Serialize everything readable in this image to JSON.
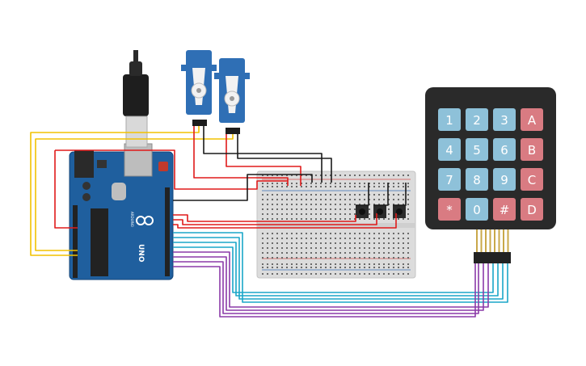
{
  "arduino": {
    "board_label": "UNO",
    "brand_label": "ARDUINO"
  },
  "keypad": {
    "keys": [
      {
        "label": "1",
        "type": "digit"
      },
      {
        "label": "2",
        "type": "digit"
      },
      {
        "label": "3",
        "type": "digit"
      },
      {
        "label": "A",
        "type": "letter"
      },
      {
        "label": "4",
        "type": "digit"
      },
      {
        "label": "5",
        "type": "digit"
      },
      {
        "label": "6",
        "type": "digit"
      },
      {
        "label": "B",
        "type": "letter"
      },
      {
        "label": "7",
        "type": "digit"
      },
      {
        "label": "8",
        "type": "digit"
      },
      {
        "label": "9",
        "type": "digit"
      },
      {
        "label": "C",
        "type": "letter"
      },
      {
        "label": "*",
        "type": "symbol"
      },
      {
        "label": "0",
        "type": "digit"
      },
      {
        "label": "#",
        "type": "symbol"
      },
      {
        "label": "D",
        "type": "letter"
      }
    ],
    "colors": {
      "digit": "#8ec1d9",
      "letter": "#d97b82",
      "symbol": "#d97b82"
    }
  },
  "wire_colors": {
    "red": "#e01a1a",
    "black": "#1a1a1a",
    "yellow": "#f2c200",
    "cyan": "#1aa6c8",
    "purple": "#8b3aa8"
  },
  "components": [
    "arduino-uno",
    "servo-motor",
    "servo-motor",
    "breadboard",
    "pushbutton",
    "pushbutton",
    "pushbutton",
    "keypad-4x4"
  ]
}
